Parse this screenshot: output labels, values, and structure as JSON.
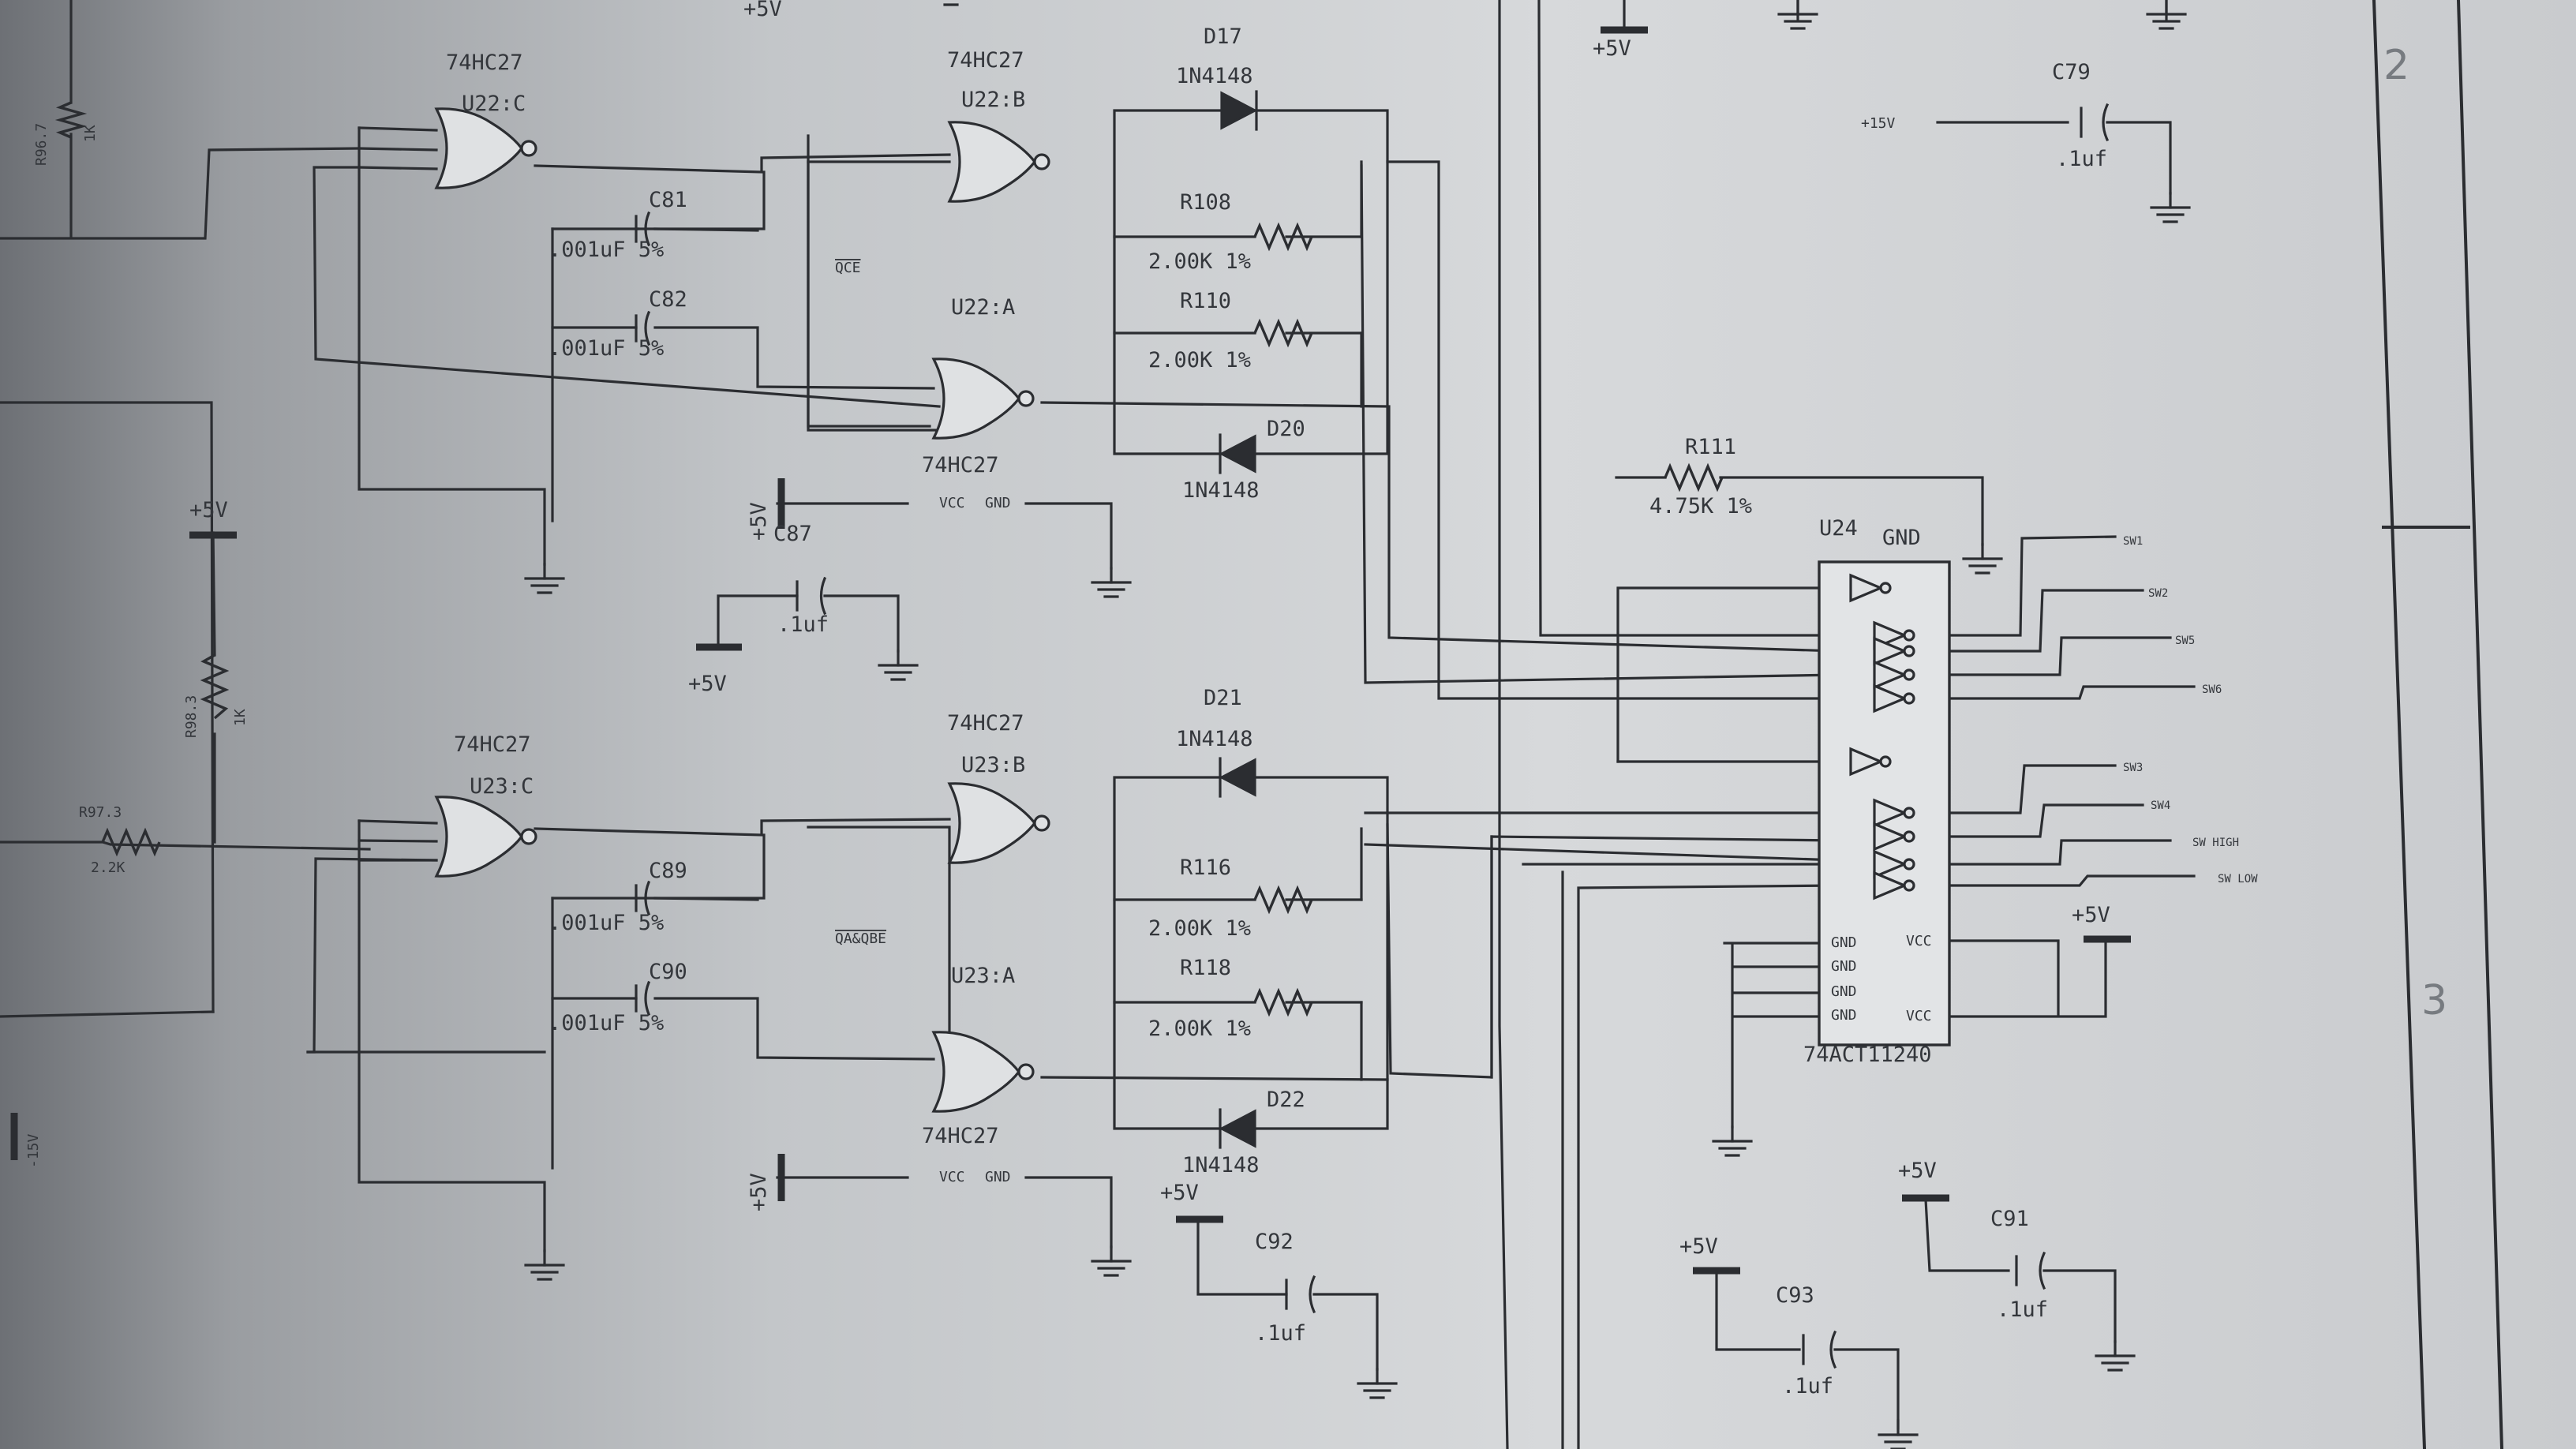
{
  "labels": {
    "u22c_part": "74HC27",
    "u22c_ref": "U22:C",
    "u22b_part": "74HC27",
    "u22b_ref": "U22:B",
    "u22a_ref": "U22:A",
    "u22a_part": "74HC27",
    "u23c_part": "74HC27",
    "u23c_ref": "U23:C",
    "u23b_part": "74HC27",
    "u23b_ref": "U23:B",
    "u23a_ref": "U23:A",
    "u23a_part": "74HC27",
    "d17_ref": "D17",
    "d17_val": "1N4148",
    "d20_ref": "D20",
    "d20_val": "1N4148",
    "d21_ref": "D21",
    "d21_val": "1N4148",
    "d22_ref": "D22",
    "d22_val": "1N4148",
    "r108_ref": "R108",
    "r108_val": "2.00K 1%",
    "r110_ref": "R110",
    "r110_val": "2.00K 1%",
    "r116_ref": "R116",
    "r116_val": "2.00K 1%",
    "r118_ref": "R118",
    "r118_val": "2.00K 1%",
    "r111_ref": "R111",
    "r111_val": "4.75K 1%",
    "c81_ref": "C81",
    "c81_val": ".001uF 5%",
    "c82_ref": "C82",
    "c82_val": ".001uF 5%",
    "c89_ref": "C89",
    "c89_val": ".001uF 5%",
    "c90_ref": "C90",
    "c90_val": ".001uF 5%",
    "c87_ref": "C87",
    "c87_val": ".1uf",
    "c79_ref": "C79",
    "c79_val": ".1uf",
    "c92_ref": "C92",
    "c92_val": ".1uf",
    "c93_ref": "C93",
    "c93_val": ".1uf",
    "c91_ref": "C91",
    "c91_val": ".1uf",
    "r96_ref": "R96.7",
    "r96_val": "1K",
    "r98_ref": "R98.3",
    "r98_val": "1K",
    "r97_ref": "R97.3",
    "r97_val": "2.2K",
    "u24_ref": "U24",
    "u24_part": "74ACT11240",
    "u24_gnd": "GND",
    "qce": "QCE",
    "qaqbe": "QA&QBE",
    "vcc": "VCC",
    "gnd": "GND",
    "p5v": "+5V",
    "p15v": "+15V",
    "m15v": "-15V",
    "sw1": "SW1",
    "sw2": "SW2",
    "sw5": "SW5",
    "sw6": "SW6",
    "sw3": "SW3",
    "sw4": "SW4",
    "swhigh": "SW HIGH",
    "swlow": "SW LOW",
    "zone2": "2",
    "zone3": "3"
  }
}
